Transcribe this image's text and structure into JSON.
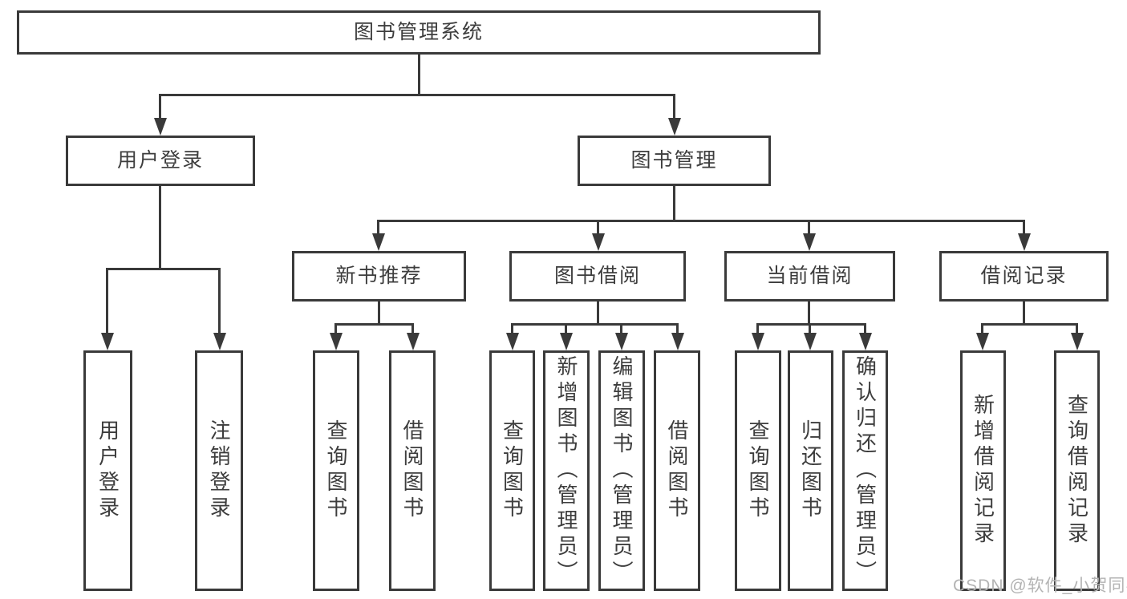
{
  "diagram": {
    "title": "图书管理系统",
    "level2": [
      {
        "label": "用户登录"
      },
      {
        "label": "图书管理"
      }
    ],
    "level3": [
      {
        "label": "新书推荐"
      },
      {
        "label": "图书借阅"
      },
      {
        "label": "当前借阅"
      },
      {
        "label": "借阅记录"
      }
    ],
    "leaves": [
      {
        "label": "用户登录"
      },
      {
        "label": "注销登录"
      },
      {
        "label": "查询图书"
      },
      {
        "label": "借阅图书"
      },
      {
        "label": "查询图书"
      },
      {
        "label": "新增图书（管理员）"
      },
      {
        "label": "编辑图书（管理员）"
      },
      {
        "label": "借阅图书"
      },
      {
        "label": "查询图书"
      },
      {
        "label": "归还图书"
      },
      {
        "label": "确认归还（管理员）"
      },
      {
        "label": "新增借阅记录"
      },
      {
        "label": "查询借阅记录"
      }
    ]
  },
  "watermark": {
    "text": "CSDN @软件_小贺同学"
  },
  "colors": {
    "line": "#3a3a3a",
    "text": "#3d3d3d",
    "watermark": "#b3b3b3",
    "background": "#ffffff"
  }
}
